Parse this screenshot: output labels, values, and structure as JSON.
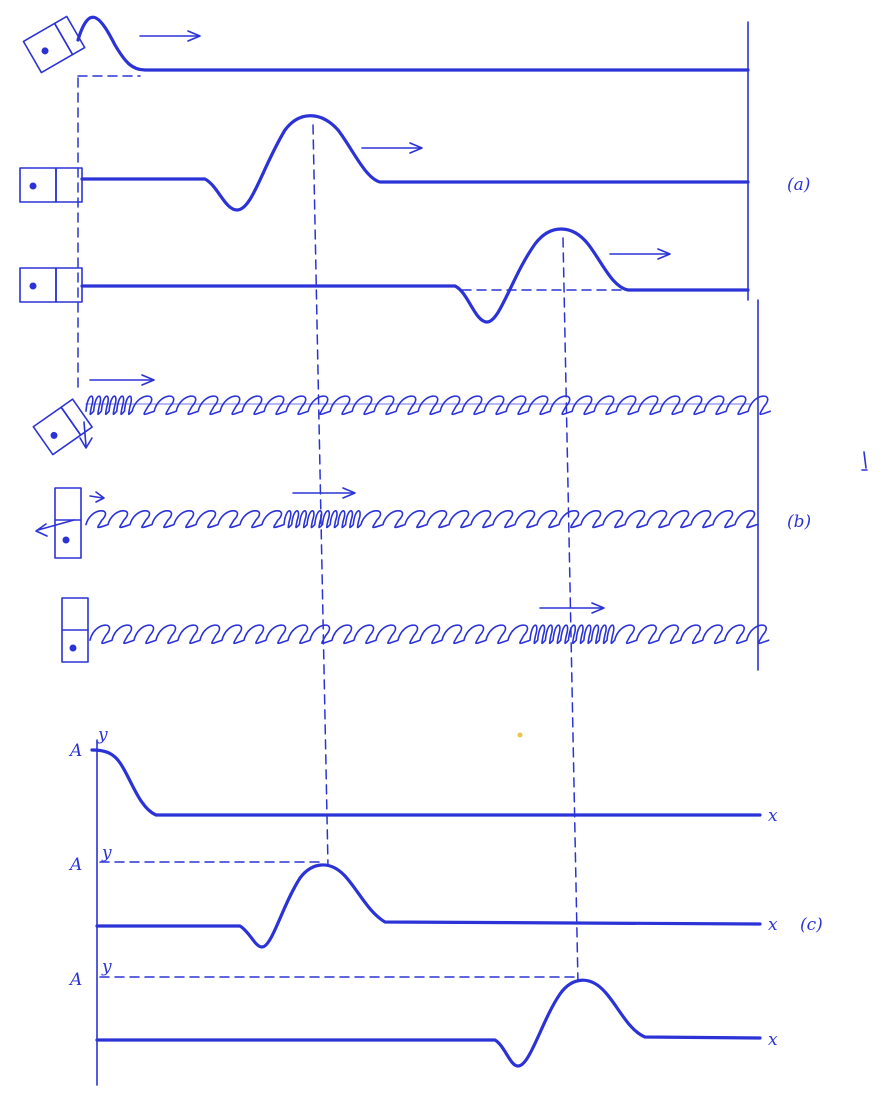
{
  "panels": {
    "a": {
      "label": "(a)"
    },
    "b": {
      "label": "(b)"
    },
    "c": {
      "label": "(c)"
    }
  },
  "axes": {
    "y_label": "y",
    "x_label": "x",
    "amplitude_label": "A"
  },
  "colors": {
    "ink": "#2b33d6",
    "background": "#ffffff"
  }
}
